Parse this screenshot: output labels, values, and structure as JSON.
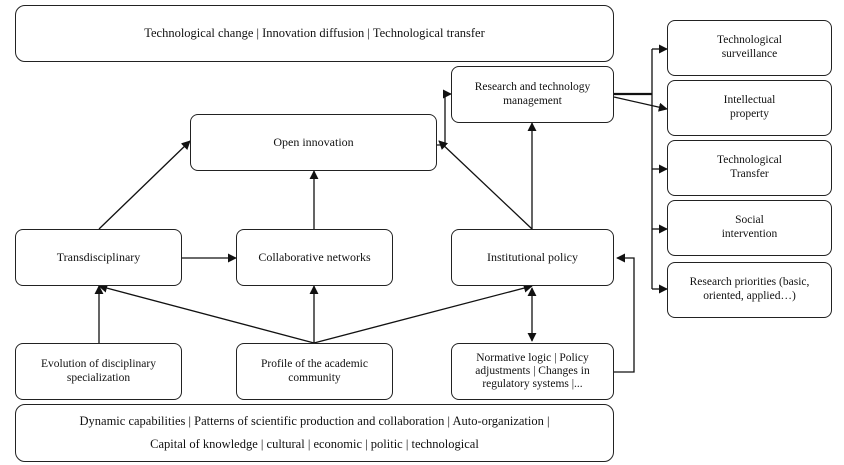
{
  "diagram": {
    "top_banner": "Technological change | Innovation diffusion | Technological transfer",
    "open_innovation": "Open innovation",
    "research_management": "Research and technology\nmanagement",
    "transdisciplinary": "Transdisciplinary",
    "collaborative_networks": "Collaborative networks",
    "institutional_policy": "Institutional policy",
    "evolution_specialization": "Evolution of disciplinary\nspecialization",
    "academic_profile": "Profile of the academic\ncommunity",
    "normative_logic": "Normative logic | Policy\nadjustments | Changes in\nregulatory systems |...",
    "bottom_banner_line1": "Dynamic capabilities | Patterns of scientific production and collaboration | Auto-organization |",
    "bottom_banner_line2": "Capital of knowledge | cultural | economic | politic | technological",
    "right_column": [
      "Technological\nsurveillance",
      "Intellectual\nproperty",
      "Technological\nTransfer",
      "Social\nintervention",
      "Research priorities (basic,\noriented, applied…)"
    ]
  }
}
